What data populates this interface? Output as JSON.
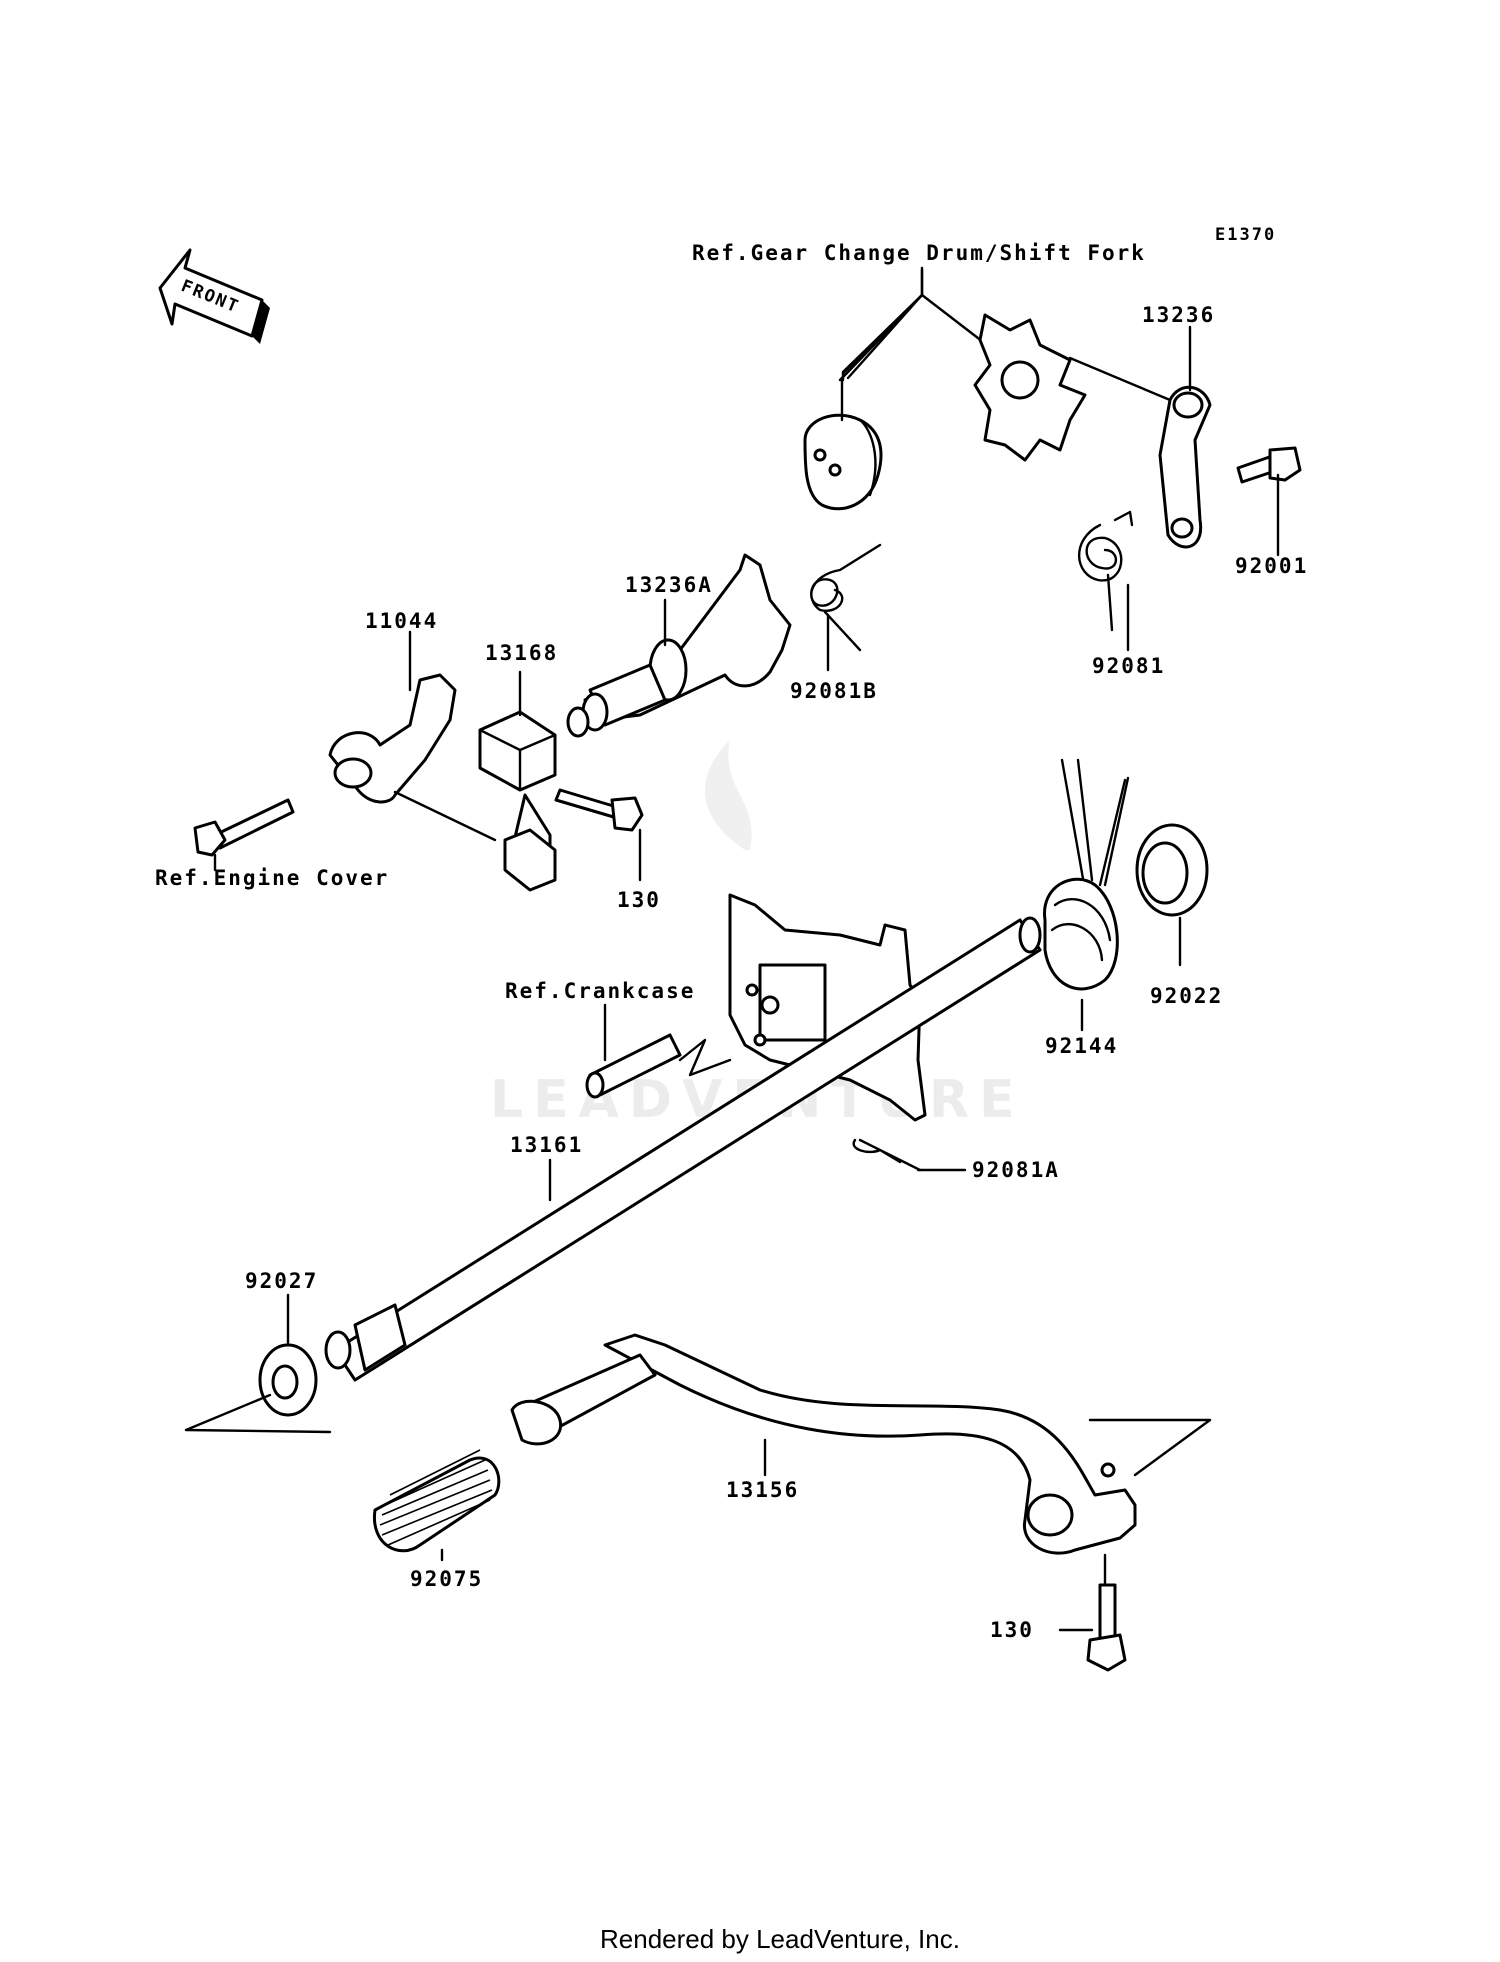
{
  "diagram_code": "E1370",
  "front_label": "FRONT",
  "watermark": "LEADVENTURE",
  "footer": "Rendered by LeadVenture, Inc.",
  "refs": {
    "gear_change_drum": "Ref.Gear Change Drum/Shift Fork",
    "engine_cover": "Ref.Engine Cover",
    "crankcase": "Ref.Crankcase"
  },
  "parts": [
    {
      "id": "p-13236",
      "number": "13236"
    },
    {
      "id": "p-92001",
      "number": "92001"
    },
    {
      "id": "p-92081",
      "number": "92081"
    },
    {
      "id": "p-13236A",
      "number": "13236A"
    },
    {
      "id": "p-92081B",
      "number": "92081B"
    },
    {
      "id": "p-11044",
      "number": "11044"
    },
    {
      "id": "p-13168",
      "number": "13168"
    },
    {
      "id": "p-130a",
      "number": "130"
    },
    {
      "id": "p-92022",
      "number": "92022"
    },
    {
      "id": "p-92144",
      "number": "92144"
    },
    {
      "id": "p-92081A",
      "number": "92081A"
    },
    {
      "id": "p-13161",
      "number": "13161"
    },
    {
      "id": "p-92027",
      "number": "92027"
    },
    {
      "id": "p-13156",
      "number": "13156"
    },
    {
      "id": "p-92075",
      "number": "92075"
    },
    {
      "id": "p-130b",
      "number": "130"
    }
  ]
}
